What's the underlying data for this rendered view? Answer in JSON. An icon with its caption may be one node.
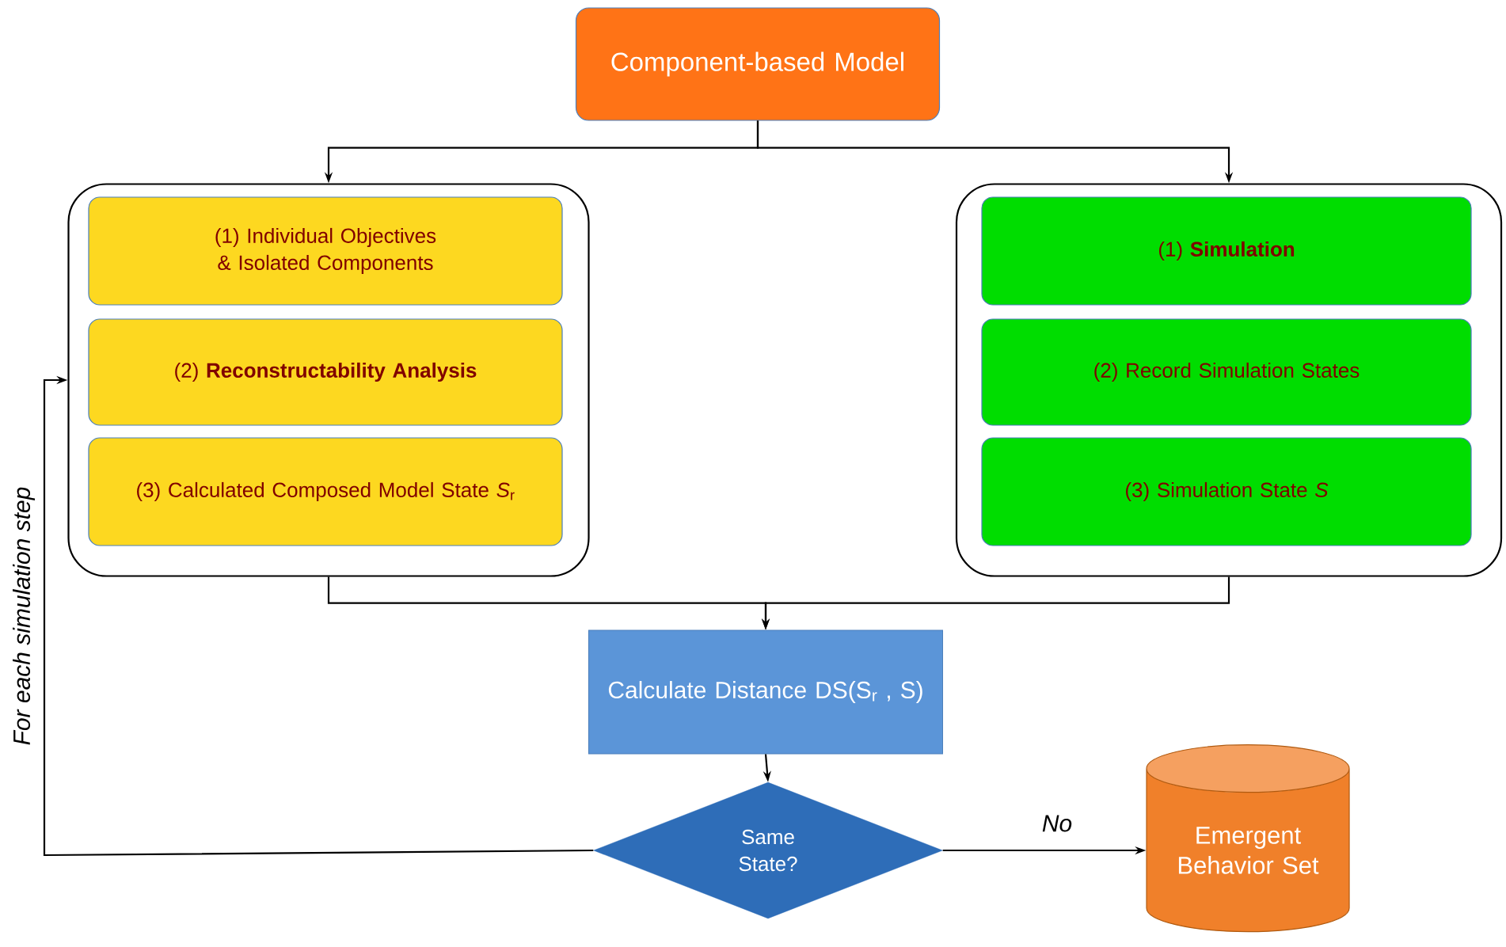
{
  "diagram": {
    "nodes": [
      {
        "text": [
          "Component-based Model"
        ]
      },
      {
        "text": [],
        "shape": "box"
      },
      {
        "text": [
          "(1) Individual Objectives & Isolated Components"
        ],
        "in": 1
      },
      {
        "text": [
          "(2) **Reconstructability Analysis**"
        ],
        "in": 1
      },
      {
        "text": [
          "(3) Calculated Composed Model State *S*$_{r}$"
        ],
        "in": 1
      },
      {
        "text": [],
        "shape": "box"
      },
      {
        "text": [
          "(1) **Simulation**"
        ],
        "in": 5
      },
      {
        "text": [
          "(2) Record Simulation States"
        ],
        "in": 5
      },
      {
        "text": [
          "(3) Simulation State *S*"
        ],
        "in": 5
      },
      {
        "text": [
          "Calculate Distance DS(S$_{r}$ , S)"
        ]
      },
      {
        "text": [
          "Same State?"
        ]
      },
      {
        "text": [
          "Emergent Behavior Set"
        ]
      }
    ],
    "edges": [
      {
        "from": 0,
        "to": 1,
        "arrow": "to"
      },
      {
        "from": 0,
        "to": 5,
        "arrow": "to"
      },
      {
        "from": 1,
        "to": 9,
        "arrow": "to"
      },
      {
        "from": 5,
        "to": 9,
        "arrow": "to"
      },
      {
        "from": 9,
        "to": 10,
        "arrow": "to"
      },
      {
        "from": 10,
        "to": 11,
        "arrow": "to",
        "label": "No"
      },
      {
        "from": 10,
        "to": 1,
        "arrow": "to",
        "label": "For each simulation step"
      }
    ]
  }
}
